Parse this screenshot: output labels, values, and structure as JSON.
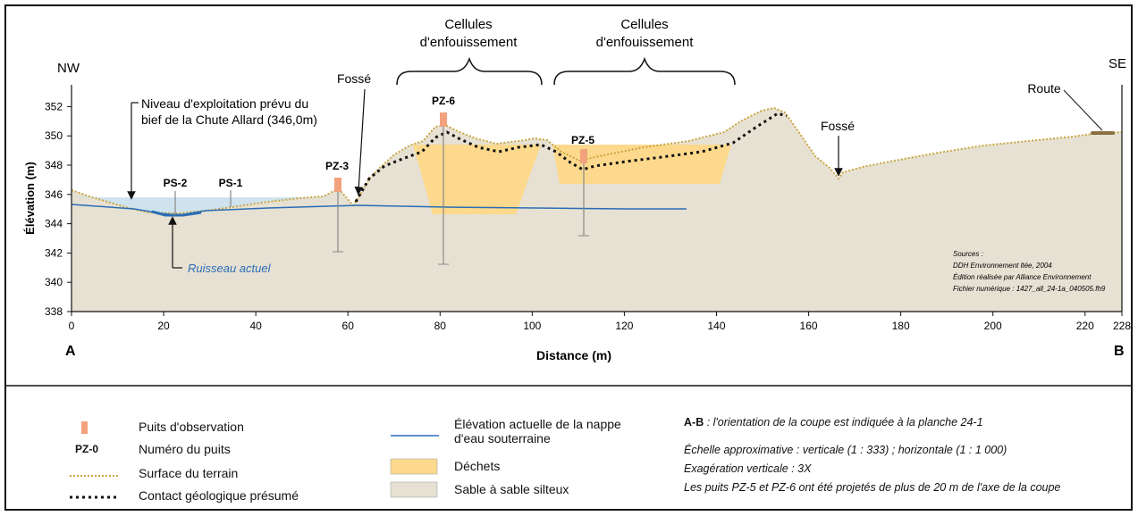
{
  "section": {
    "end_left": "A",
    "end_right": "B",
    "dir_left": "NW",
    "dir_right": "SE",
    "xlabel": "Distance (m)",
    "ylabel": "Élévation (m)",
    "x_ticks": [
      "0",
      "20",
      "40",
      "60",
      "80",
      "100",
      "120",
      "140",
      "160",
      "180",
      "200",
      "220",
      "228"
    ],
    "y_ticks": [
      "338",
      "340",
      "342",
      "344",
      "346",
      "348",
      "350",
      "352"
    ]
  },
  "annotations": {
    "cellules_1_line1": "Cellules",
    "cellules_1_line2": "d'enfouissement",
    "cellules_2_line1": "Cellules",
    "cellules_2_line2": "d'enfouissement",
    "fosse_1": "Fossé",
    "fosse_2": "Fossé",
    "route": "Route",
    "niveau_line1": "Niveau d'exploitation prévu du",
    "niveau_line2": "bief de la Chute Allard (346,0m)",
    "ruisseau": "Ruisseau actuel",
    "ps2": "PS-2",
    "ps1": "PS-1",
    "pz3": "PZ-3",
    "pz6": "PZ-6",
    "pz5": "PZ-5"
  },
  "sources": {
    "line1": "Sources :",
    "line2": "DDH Environnement ltée, 2004",
    "line3": "Édition réalisée par Alliance Environnement",
    "line4": "Fichier numérique : 1427_all_24-1a_040505.fh9"
  },
  "legend": {
    "puits": "Puits d'observation",
    "pz0_symbol": "PZ-0",
    "numero": "Numéro du puits",
    "surface": "Surface du terrain",
    "contact": "Contact géologique présumé",
    "nappe_line1": "Élévation actuelle de la nappe",
    "nappe_line2": "d'eau souterraine",
    "dechets": "Déchets",
    "sable": "Sable à sable silteux"
  },
  "notes": {
    "ab_bold": "A-B",
    "ab_text": " : l'orientation de la coupe est indiquée à la planche 24-1",
    "echelle": "Échelle approximative : verticale (1 : 333) ; horizontale (1 : 1 000)",
    "exageration": "Exagération verticale : 3X",
    "puits": "Les puits PZ-5 et PZ-6 ont été projetés de plus de 20 m de l'axe de la coupe"
  },
  "colors": {
    "sand": "#e6e1d3",
    "waste": "#fcd98c",
    "water_fill": "#cfe3ee",
    "water_line": "#2a6db5",
    "well": "#f2a27c",
    "surface_line": "#c9a641",
    "contact_line": "#111111",
    "stem": "#888888"
  }
}
